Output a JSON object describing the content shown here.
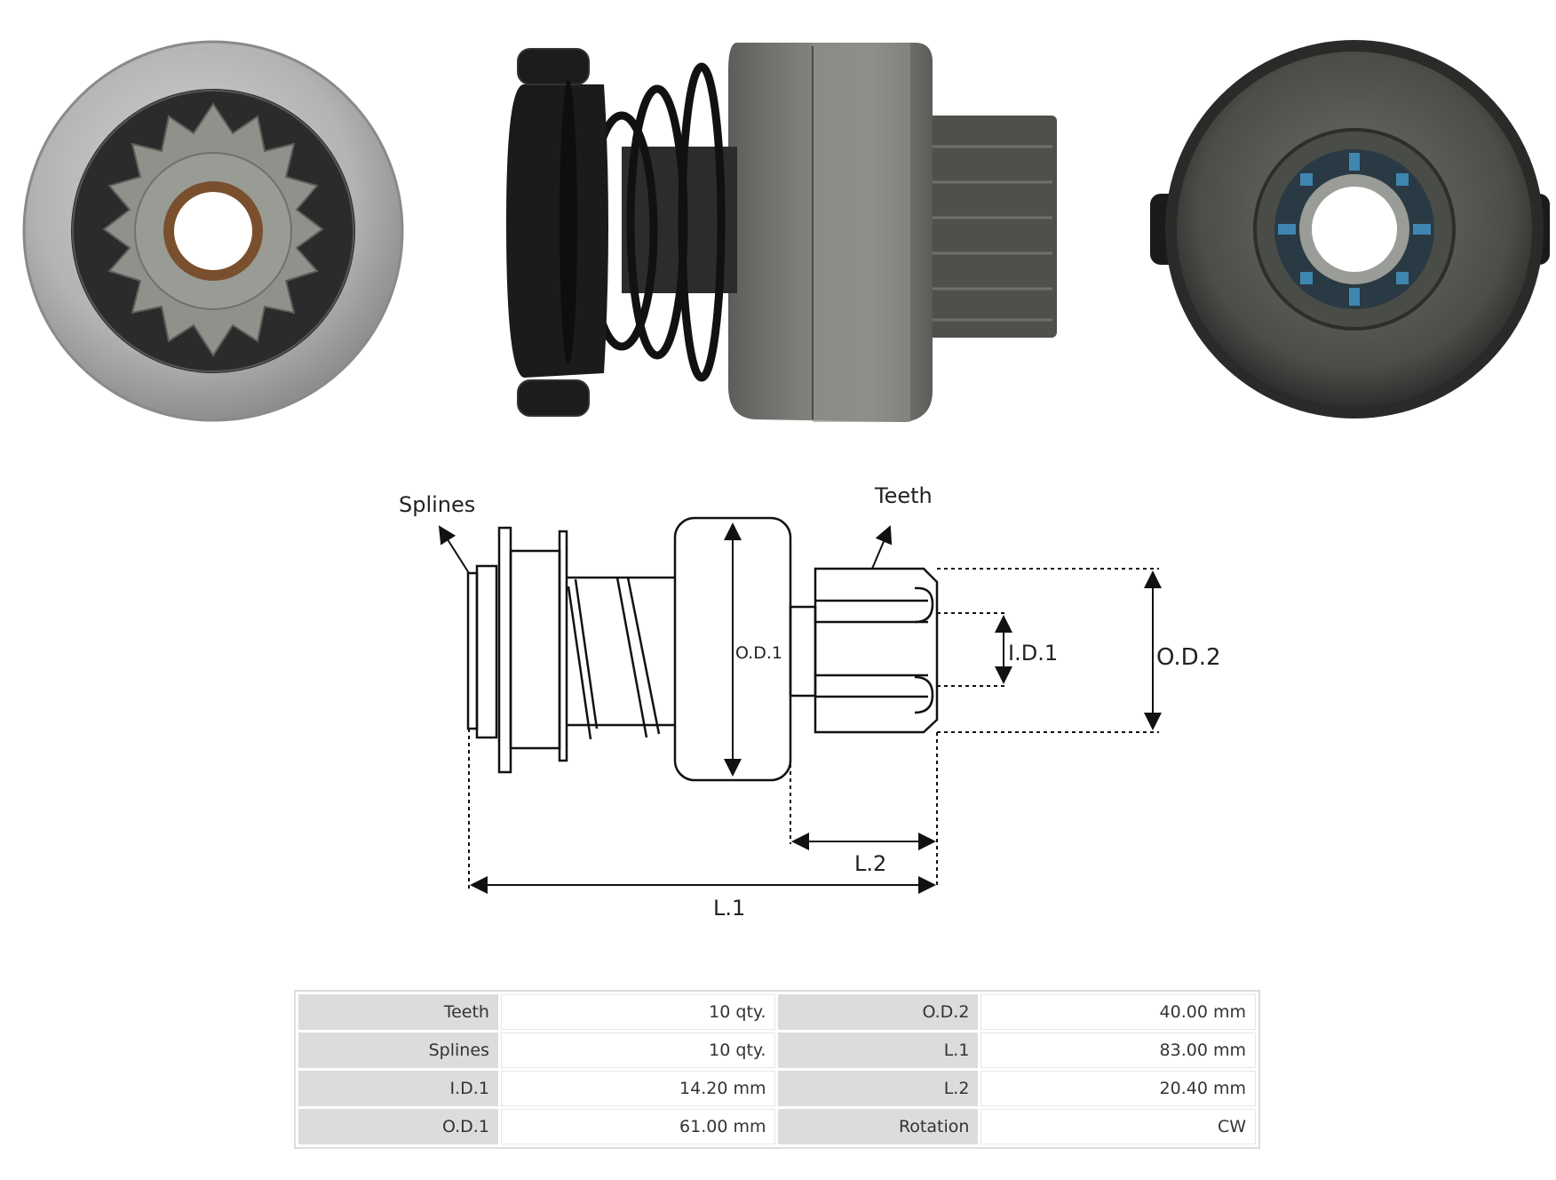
{
  "diagram": {
    "labels": {
      "splines": "Splines",
      "teeth": "Teeth",
      "od1": "O.D.1",
      "od2": "O.D.2",
      "id1": "I.D.1",
      "l1": "L.1",
      "l2": "L.2"
    }
  },
  "specs": [
    {
      "label": "Teeth",
      "value": "10 qty.",
      "label2": "O.D.2",
      "value2": "40.00 mm"
    },
    {
      "label": "Splines",
      "value": "10 qty.",
      "label2": "L.1",
      "value2": "83.00 mm"
    },
    {
      "label": "I.D.1",
      "value": "14.20 mm",
      "label2": "L.2",
      "value2": "20.40 mm"
    },
    {
      "label": "O.D.1",
      "value": "61.00 mm",
      "label2": "Rotation",
      "value2": "CW"
    }
  ],
  "colors": {
    "steel_light": "#b9b9b9",
    "steel_dark": "#5a5c58",
    "black_plastic": "#1b1b1b",
    "table_header": "#dcdcdc"
  }
}
